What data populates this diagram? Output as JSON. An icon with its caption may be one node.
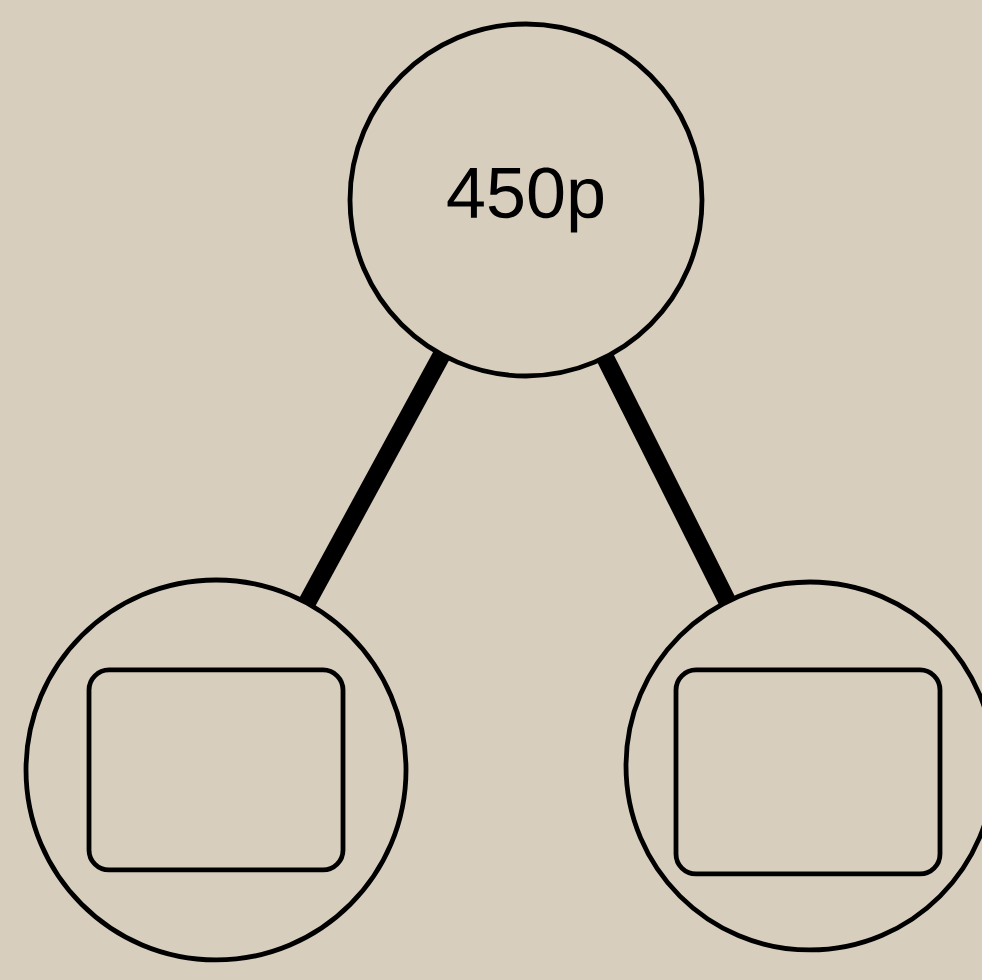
{
  "diagram": {
    "nodes": [
      {
        "text": [
          "450p"
        ]
      },
      {
        "text": [],
        "shape": "circle"
      },
      {
        "text": [],
        "shape": "box",
        "in": 1
      },
      {
        "text": [],
        "shape": "circle"
      },
      {
        "text": [],
        "shape": "box",
        "in": 3
      }
    ],
    "edges": [
      {
        "from": 0,
        "to": 1,
        "arrow": "none"
      },
      {
        "from": 0,
        "to": 3,
        "arrow": "none"
      }
    ]
  }
}
